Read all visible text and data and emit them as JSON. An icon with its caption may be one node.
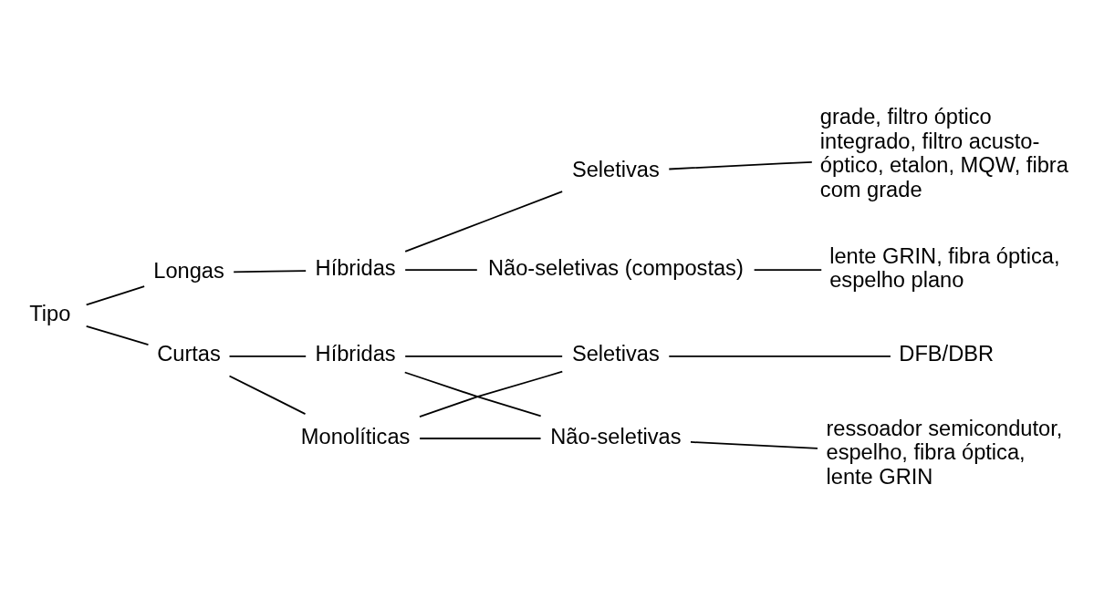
{
  "diagram": {
    "nodes": [
      {
        "text": [
          "Tipo"
        ]
      },
      {
        "text": [
          "Longas"
        ]
      },
      {
        "text": [
          "Híbridas"
        ]
      },
      {
        "text": [
          "Seletivas"
        ]
      },
      {
        "text": [
          "grade, filtro óptico integrado, filtro acusto-óptico, etalon, MQW, fibra com grade"
        ]
      },
      {
        "text": [
          "Não-seletivas (compostas)"
        ]
      },
      {
        "text": [
          "lente GRIN, fibra óptica, espelho plano"
        ]
      },
      {
        "text": [
          "Curtas"
        ]
      },
      {
        "text": [
          "Híbridas"
        ]
      },
      {
        "text": [
          "Monolíticas"
        ]
      },
      {
        "text": [
          "Seletivas"
        ]
      },
      {
        "text": [
          "DFB/DBR"
        ]
      },
      {
        "text": [
          "Não-seletivas"
        ]
      },
      {
        "text": [
          "ressoador semicondutor, espelho, fibra óptica, lente GRIN"
        ]
      }
    ],
    "edges": [
      {
        "from": 0,
        "to": 1,
        "arrow": "none"
      },
      {
        "from": 0,
        "to": 7,
        "arrow": "none"
      },
      {
        "from": 1,
        "to": 2,
        "arrow": "none"
      },
      {
        "from": 2,
        "to": 3,
        "arrow": "none"
      },
      {
        "from": 2,
        "to": 5,
        "arrow": "none"
      },
      {
        "from": 3,
        "to": 4,
        "arrow": "none"
      },
      {
        "from": 5,
        "to": 6,
        "arrow": "none"
      },
      {
        "from": 7,
        "to": 8,
        "arrow": "none"
      },
      {
        "from": 7,
        "to": 9,
        "arrow": "none"
      },
      {
        "from": 8,
        "to": 10,
        "arrow": "none"
      },
      {
        "from": 8,
        "to": 12,
        "arrow": "none"
      },
      {
        "from": 9,
        "to": 10,
        "arrow": "none"
      },
      {
        "from": 9,
        "to": 12,
        "arrow": "none"
      },
      {
        "from": 10,
        "to": 11,
        "arrow": "none"
      },
      {
        "from": 12,
        "to": 13,
        "arrow": "none"
      }
    ]
  }
}
